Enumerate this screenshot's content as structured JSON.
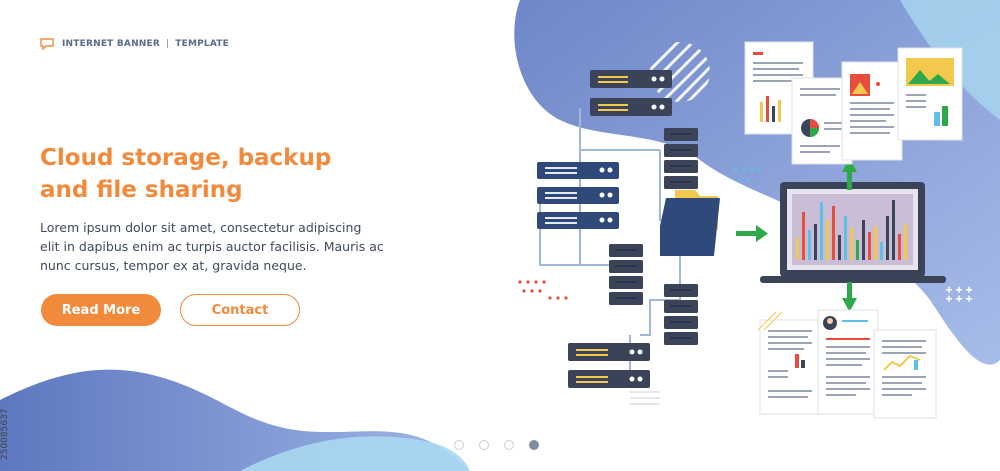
{
  "brand": {
    "name": "INTERNET BANNER",
    "separator": "|",
    "template": "TEMPLATE"
  },
  "hero": {
    "title_line1": "Cloud storage, backup",
    "title_line2": "and file sharing",
    "body_line1": "Lorem ipsum dolor sit amet, consectetur adipiscing",
    "body_line2": "elit in dapibus enim ac turpis auctor facilisis. Mauris ac",
    "body_line3": "nunc cursus, tempor ex at, gravida neque."
  },
  "buttons": {
    "read_more": "Read More",
    "contact": "Contact"
  },
  "pagination": {
    "total": 4,
    "active": 4
  },
  "stock_id": "250085637",
  "colors": {
    "accent": "#f28a3c",
    "blob": "#8a9fd4",
    "blob_light": "#b9c7ec",
    "server_dark": "#3a4358",
    "green_arrow": "#2ea84a"
  },
  "icons": [
    "chat-icon",
    "server-icon",
    "folder-icon",
    "laptop-icon",
    "document-icon",
    "arrow-icon"
  ]
}
